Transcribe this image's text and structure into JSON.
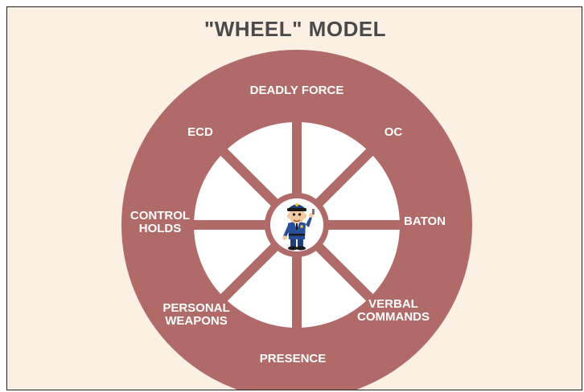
{
  "title": "\"WHEEL\" MODEL",
  "colors": {
    "background": "#fcefe3",
    "ring": "#b06b69",
    "segment": "#ffffff",
    "title": "#4a4a4a",
    "label": "#ffffff"
  },
  "center_icon": "police-officer-cartoon",
  "labels": {
    "deadly_force": "DEADLY FORCE",
    "oc": "OC",
    "baton": "BATON",
    "verbal_commands": "VERBAL\nCOMMANDS",
    "presence": "PRESENCE",
    "personal_weapons": "PERSONAL\nWEAPONS",
    "control_holds": "CONTROL\nHOLDS",
    "ecd": "ECD"
  }
}
